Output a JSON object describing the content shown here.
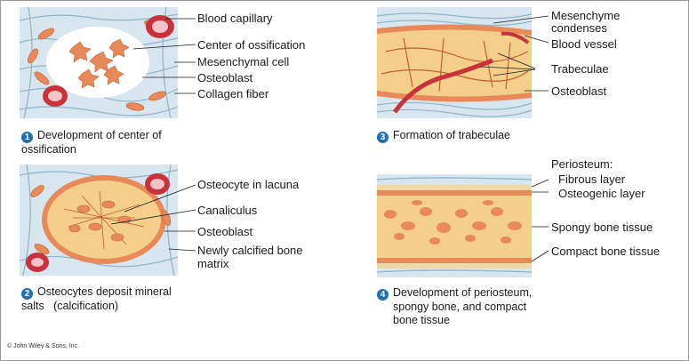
{
  "panels": [
    {
      "step": "1",
      "caption_line1": "Development of center of",
      "caption_line2": "ossification",
      "labels": [
        "Blood capillary",
        "Center of ossification",
        "Mesenchymal cell",
        "Osteoblast",
        "Collagen fiber"
      ]
    },
    {
      "step": "2",
      "caption_line1": "Osteocytes deposit mineral",
      "caption_line2": "salts   (calcification)",
      "labels": [
        "Osteocyte in lacuna",
        "Canaliculus",
        "Osteoblast",
        "Newly calcified bone",
        "matrix"
      ]
    },
    {
      "step": "3",
      "caption_line1": "Formation of trabeculae",
      "labels": [
        "Mesenchyme",
        "condenses",
        "Blood vessel",
        "Trabeculae",
        "Osteoblast"
      ]
    },
    {
      "step": "4",
      "caption_line1": "Development of periosteum,",
      "caption_line2": "spongy bone, and compact",
      "caption_line3": "bone tissue",
      "labels": [
        "Periosteum:",
        "Fibrous layer",
        "Osteogenic layer",
        "Spongy bone tissue",
        "Compact bone tissue"
      ]
    }
  ],
  "credit": "© John Wiley & Sons, Inc.",
  "colors": {
    "tissue_bg": "#d8e6ef",
    "fiber": "#8fb3c9",
    "cell": "#e8895a",
    "bone": "#f3cf8a",
    "blood": "#c8323a",
    "step_badge": "#1f6fb5"
  }
}
